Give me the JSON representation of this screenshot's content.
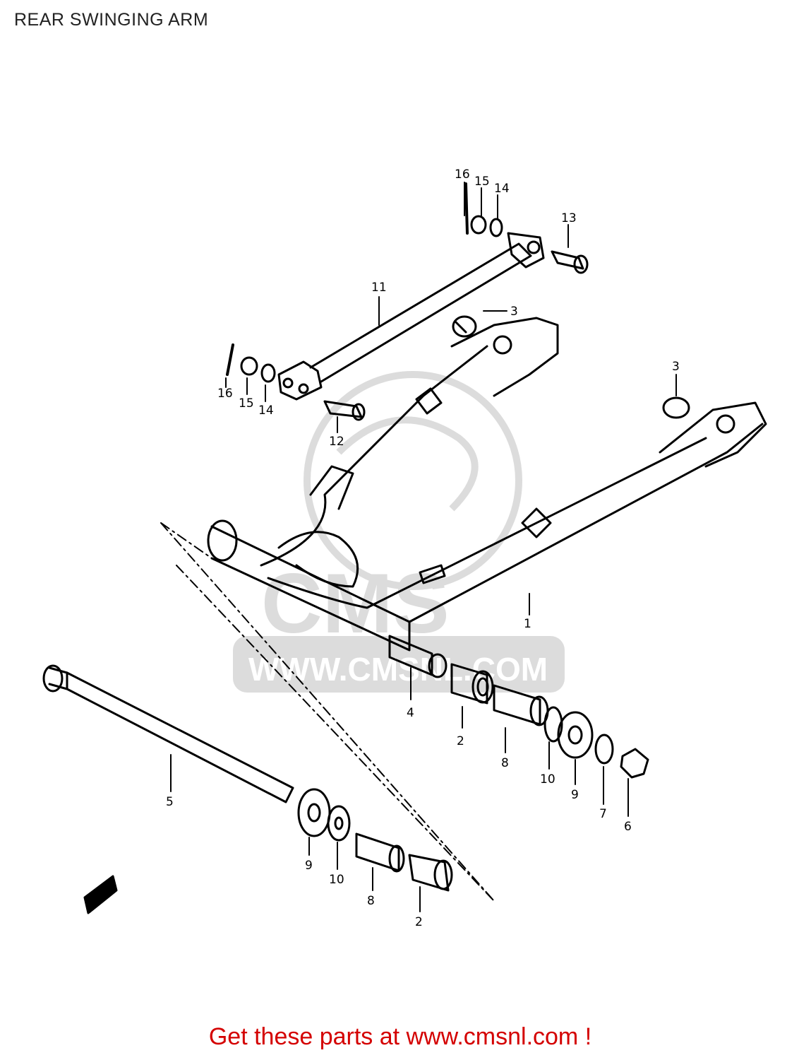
{
  "title": "REAR SWINGING ARM",
  "footer": "Get these parts at www.cmsnl.com !",
  "colors": {
    "footer": "#d40000",
    "line": "#000000",
    "watermark": "#dcdcdc"
  },
  "watermark": {
    "logo_text": "CMS",
    "url_text": "WWW.CMSNL.COM"
  },
  "part_labels": [
    {
      "id": "part-1",
      "text": "1"
    },
    {
      "id": "part-2-upper",
      "text": "2"
    },
    {
      "id": "part-2-lower",
      "text": "2"
    },
    {
      "id": "part-3-left",
      "text": "3"
    },
    {
      "id": "part-3-right",
      "text": "3"
    },
    {
      "id": "part-4",
      "text": "4"
    },
    {
      "id": "part-5",
      "text": "5"
    },
    {
      "id": "part-6",
      "text": "6"
    },
    {
      "id": "part-7",
      "text": "7"
    },
    {
      "id": "part-8-upper",
      "text": "8"
    },
    {
      "id": "part-8-lower",
      "text": "8"
    },
    {
      "id": "part-9-upper",
      "text": "9"
    },
    {
      "id": "part-9-lower",
      "text": "9"
    },
    {
      "id": "part-10-upper",
      "text": "10"
    },
    {
      "id": "part-10-lower",
      "text": "10"
    },
    {
      "id": "part-11",
      "text": "11"
    },
    {
      "id": "part-12",
      "text": "12"
    },
    {
      "id": "part-13",
      "text": "13"
    },
    {
      "id": "part-14-top",
      "text": "14"
    },
    {
      "id": "part-14-left",
      "text": "14"
    },
    {
      "id": "part-15-top",
      "text": "15"
    },
    {
      "id": "part-15-left",
      "text": "15"
    },
    {
      "id": "part-16-top",
      "text": "16"
    },
    {
      "id": "part-16-left",
      "text": "16"
    }
  ]
}
